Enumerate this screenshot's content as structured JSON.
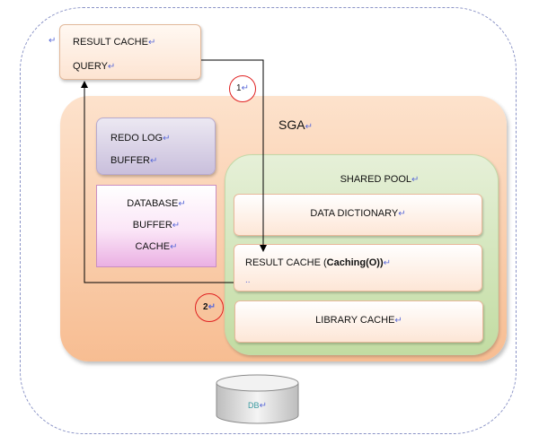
{
  "return_mark": "↵",
  "query_box": {
    "line1": "RESULT CACHE",
    "line2": "QUERY"
  },
  "sga": {
    "title": "SGA"
  },
  "redo_log": {
    "line1": "REDO LOG",
    "line2": "BUFFER"
  },
  "database_buffer": {
    "line1": "DATABASE",
    "line2": "BUFFER",
    "line3": "CACHE"
  },
  "shared_pool": {
    "title": "SHARED POOL",
    "data_dictionary": "DATA DICTIONARY",
    "result_cache_prefix": "RESULT CACHE (",
    "result_cache_bold": "Caching(O)",
    "result_cache_suffix": ")",
    "result_cache_dots": "..",
    "library_cache": "LIBRARY CACHE"
  },
  "steps": {
    "step1": "1",
    "step2": "2"
  },
  "db": {
    "label": "DB"
  },
  "colors": {
    "sga": "#f7bd92",
    "shared_pool": "#c2dca2",
    "redo_log": "#c9bfdc",
    "database_buffer": "#eab0e3",
    "step_circle": "#e02020",
    "outline": "#8a93c6"
  }
}
